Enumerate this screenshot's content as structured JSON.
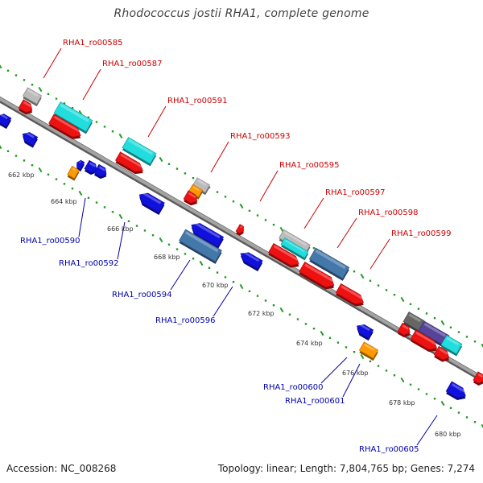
{
  "title": "Rhodococcus jostii RHA1, complete genome",
  "footer": {
    "accession": "Accession: NC_008268",
    "summary": "Topology: linear; Length: 7,804,765 bp; Genes: 7,274"
  },
  "ticks": [
    "662 kbp",
    "664 kbp",
    "666 kbp",
    "668 kbp",
    "670 kbp",
    "672 kbp",
    "674 kbp",
    "676 kbp",
    "678 kbp",
    "680 kbp"
  ],
  "forward_labels": [
    "RHA1_ro00585",
    "RHA1_ro00587",
    "RHA1_ro00591",
    "RHA1_ro00593",
    "RHA1_ro00595",
    "RHA1_ro00597",
    "RHA1_ro00598",
    "RHA1_ro00599"
  ],
  "reverse_labels": [
    "RHA1_ro00590",
    "RHA1_ro00592",
    "RHA1_ro00594",
    "RHA1_ro00596",
    "RHA1_ro00600",
    "RHA1_ro00601",
    "RHA1_ro00605"
  ],
  "colors": {
    "forward_label": "#cc0000",
    "reverse_label": "#0000aa",
    "forward_gene": "#ee1111",
    "reverse_gene": "#1111dd",
    "cyan_feature": "#22dddd",
    "steelblue_feature": "#4477aa",
    "orange_feature": "#ff9900",
    "gray_feature": "#bbbbbb",
    "dark_gray_feature": "#666666",
    "slate_feature": "#554499",
    "backbone": "#888888",
    "dots": "#229922"
  }
}
